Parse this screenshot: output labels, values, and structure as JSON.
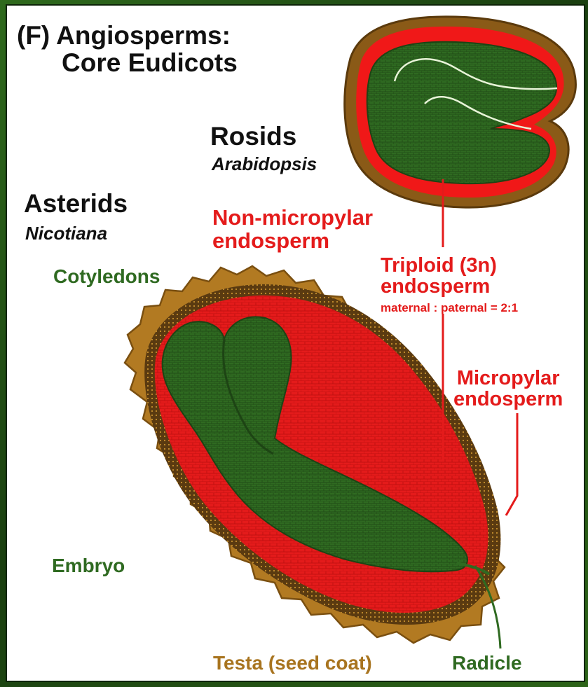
{
  "panel": {
    "title_line1": "(F) Angiosperms:",
    "title_line2": "Core Eudicots"
  },
  "labels": {
    "rosids": "Rosids",
    "arabidopsis": "Arabidopsis",
    "asterids": "Asterids",
    "nicotiana": "Nicotiana",
    "non_micropylar_line1": "Non-micropylar",
    "non_micropylar_line2": "endosperm",
    "cotyledons": "Cotyledons",
    "triploid_line1": "Triploid (3n)",
    "triploid_line2": "endosperm",
    "triploid_ratio": "maternal : paternal = 2:1",
    "micropylar_line1": "Micropylar",
    "micropylar_line2": "endosperm",
    "embryo": "Embryo",
    "testa": "Testa (seed coat)",
    "radicle": "Radicle"
  },
  "colors": {
    "frame": "#1f4f14",
    "background": "#ffffff",
    "endosperm": "#e41b1b",
    "embryo": "#2f6a21",
    "testa": "#a8741f",
    "testa_inner": "#4a2e0c",
    "label_black": "#111111"
  }
}
